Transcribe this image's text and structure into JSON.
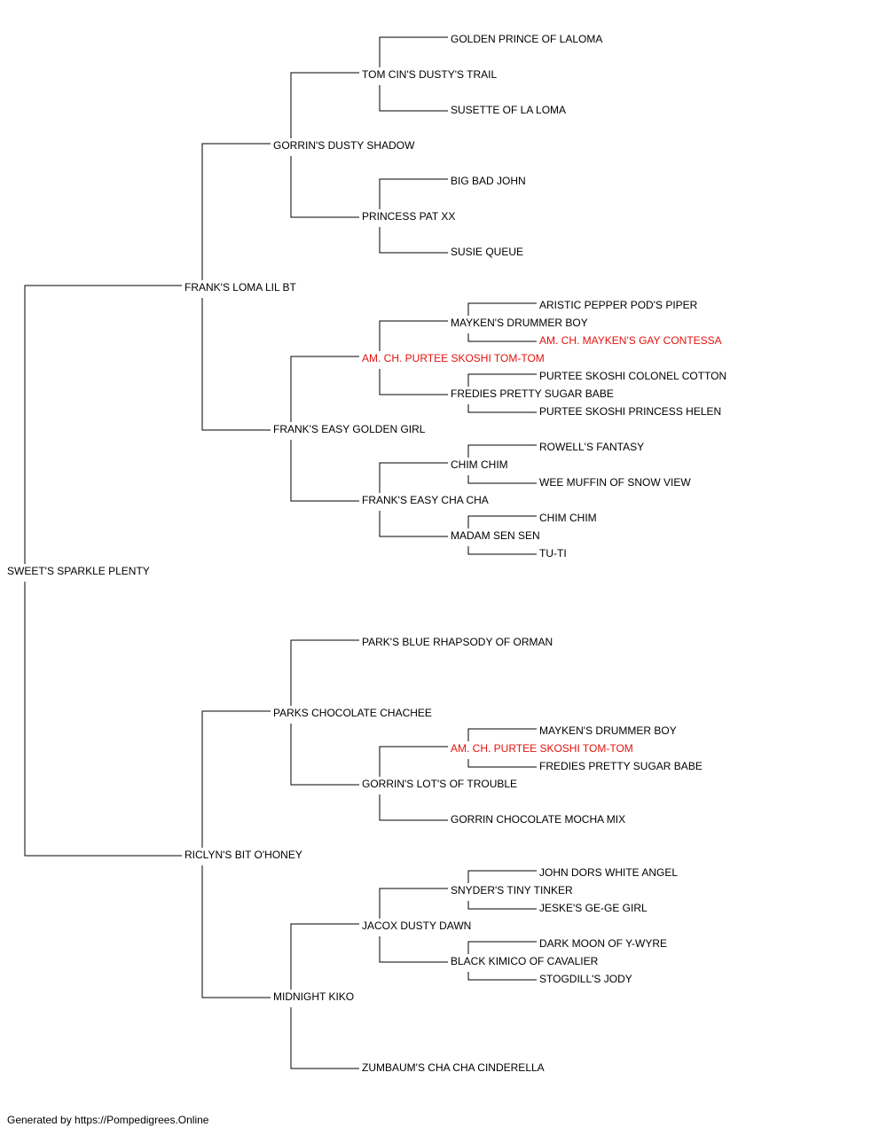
{
  "pedigree": {
    "name": "SWEET'S SPARKLE PLENTY",
    "sire": {
      "name": "FRANK'S LOMA LIL BT",
      "sire": {
        "name": "GORRIN'S DUSTY SHADOW",
        "sire": {
          "name": "TOM CIN'S DUSTY'S TRAIL",
          "sire": {
            "name": "GOLDEN PRINCE OF LALOMA"
          },
          "dam": {
            "name": "SUSETTE OF LA LOMA"
          }
        },
        "dam": {
          "name": "PRINCESS PAT XX",
          "sire": {
            "name": "BIG BAD JOHN"
          },
          "dam": {
            "name": "SUSIE QUEUE"
          }
        }
      },
      "dam": {
        "name": "FRANK'S EASY GOLDEN GIRL",
        "sire": {
          "name": "AM. CH. PURTEE SKOSHI TOM-TOM",
          "highlight": true,
          "sire": {
            "name": "MAYKEN'S DRUMMER BOY",
            "sire": {
              "name": "ARISTIC PEPPER POD'S PIPER"
            },
            "dam": {
              "name": "AM. CH. MAYKEN'S GAY CONTESSA",
              "highlight": true
            }
          },
          "dam": {
            "name": "FREDIES PRETTY SUGAR BABE",
            "sire": {
              "name": "PURTEE SKOSHI COLONEL COTTON"
            },
            "dam": {
              "name": "PURTEE SKOSHI PRINCESS HELEN"
            }
          }
        },
        "dam": {
          "name": "FRANK'S EASY CHA CHA",
          "sire": {
            "name": "CHIM CHIM",
            "sire": {
              "name": "ROWELL'S FANTASY"
            },
            "dam": {
              "name": "WEE MUFFIN OF SNOW VIEW"
            }
          },
          "dam": {
            "name": "MADAM SEN SEN",
            "sire": {
              "name": "CHIM CHIM"
            },
            "dam": {
              "name": "TU-TI"
            }
          }
        }
      }
    },
    "dam": {
      "name": "RICLYN'S BIT O'HONEY",
      "sire": {
        "name": "PARKS CHOCOLATE CHACHEE",
        "sire": {
          "name": "PARK'S BLUE RHAPSODY OF ORMAN"
        },
        "dam": {
          "name": "GORRIN'S LOT'S OF TROUBLE",
          "sire": {
            "name": "AM. CH. PURTEE SKOSHI TOM-TOM",
            "highlight": true,
            "sire": {
              "name": "MAYKEN'S DRUMMER BOY"
            },
            "dam": {
              "name": "FREDIES PRETTY SUGAR BABE"
            }
          },
          "dam": {
            "name": "GORRIN CHOCOLATE MOCHA MIX"
          }
        }
      },
      "dam": {
        "name": "MIDNIGHT KIKO",
        "sire": {
          "name": "JACOX DUSTY DAWN",
          "sire": {
            "name": "SNYDER'S TINY TINKER",
            "sire": {
              "name": "JOHN DORS WHITE ANGEL"
            },
            "dam": {
              "name": "JESKE'S GE-GE GIRL"
            }
          },
          "dam": {
            "name": "BLACK KIMICO OF CAVALIER",
            "sire": {
              "name": "DARK MOON OF Y-WYRE"
            },
            "dam": {
              "name": "STOGDILL'S JODY"
            }
          }
        },
        "dam": {
          "name": "ZUMBAUM'S CHA CHA CINDERELLA"
        }
      }
    }
  },
  "colors": {
    "text": "#000000",
    "highlight": "#e3120b",
    "line": "#000000"
  },
  "footer": "Generated by https://Pompedigrees.Online"
}
